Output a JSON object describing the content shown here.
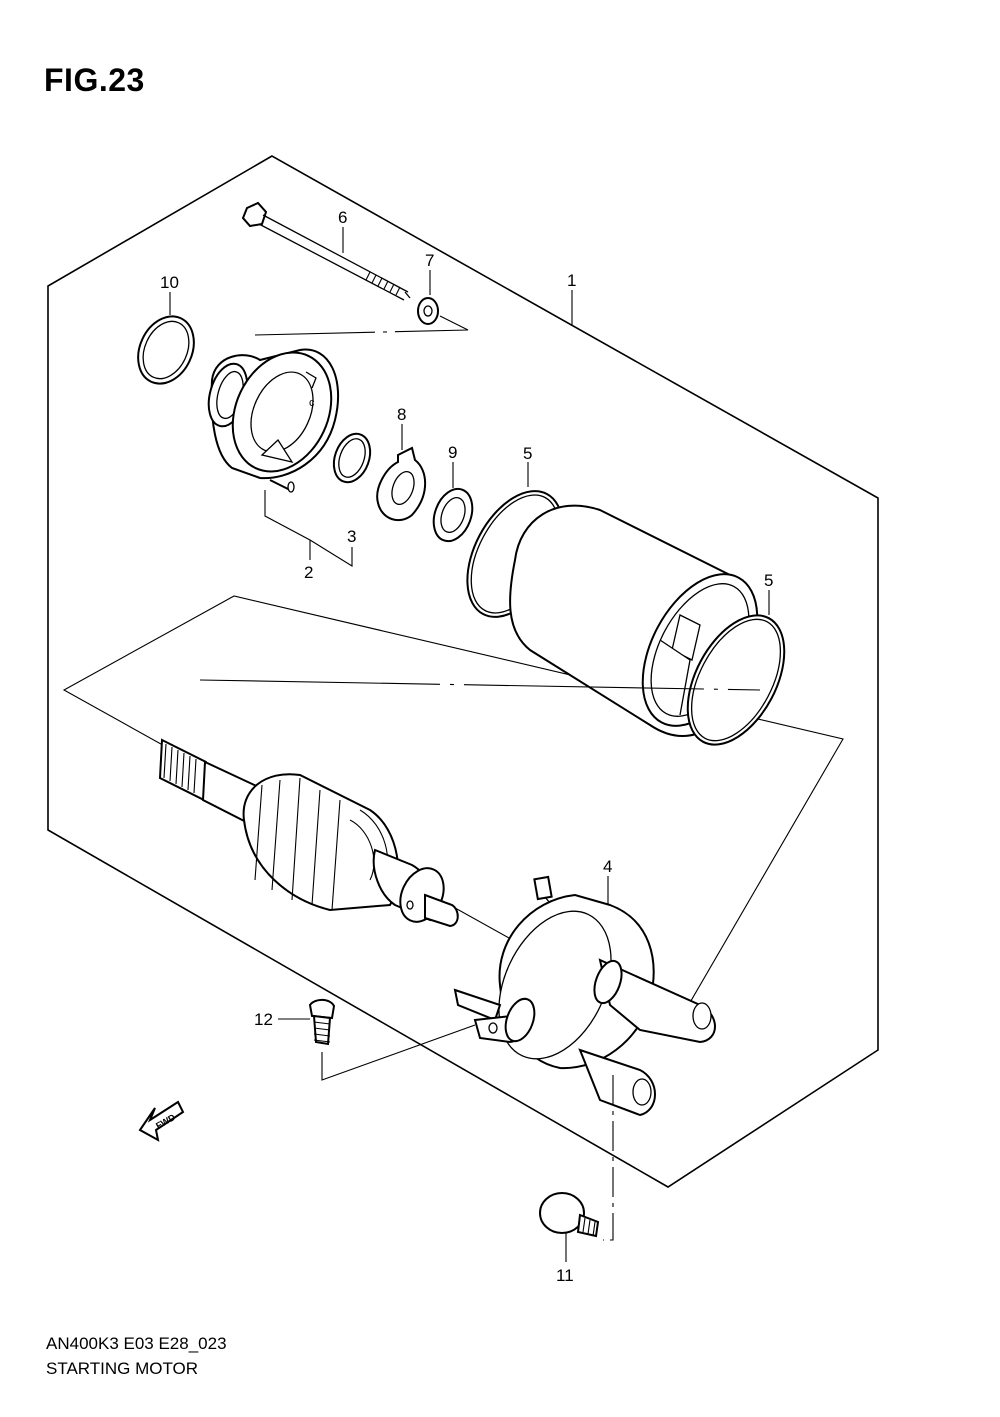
{
  "figure": {
    "title": "FIG.23"
  },
  "footer": {
    "model_code": "AN400K3 E03 E28_023",
    "section_name": "STARTING MOTOR"
  },
  "fwd_arrow": {
    "label": "FWD"
  },
  "callouts": {
    "c1": "1",
    "c2": "2",
    "c3": "3",
    "c4": "4",
    "c5a": "5",
    "c5b": "5",
    "c6": "6",
    "c7": "7",
    "c8": "8",
    "c9": "9",
    "c10": "10",
    "c11": "11",
    "c12": "12"
  }
}
